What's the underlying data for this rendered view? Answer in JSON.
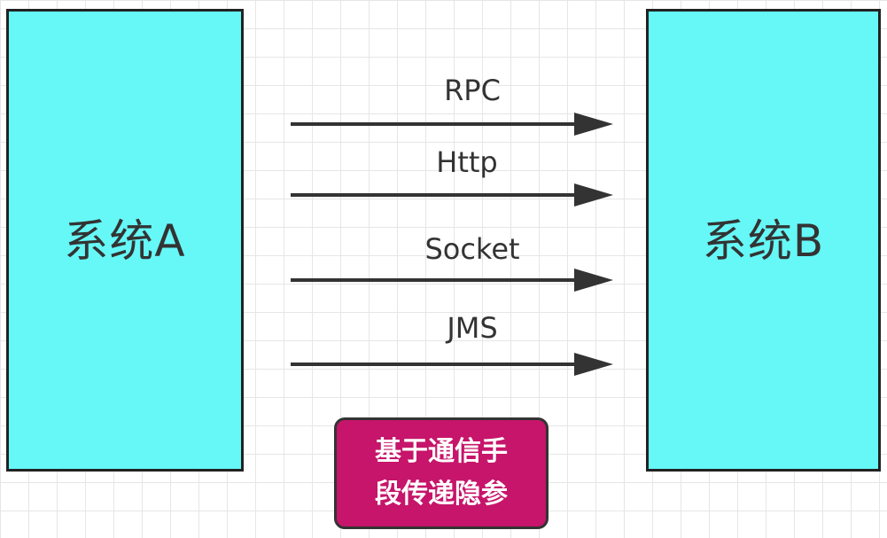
{
  "diagram": {
    "system_a": {
      "label": "系统A"
    },
    "system_b": {
      "label": "系统B"
    },
    "connections": [
      {
        "label": "RPC"
      },
      {
        "label": "Http"
      },
      {
        "label": "Socket"
      },
      {
        "label": "JMS"
      }
    ],
    "note": {
      "text": "基于通信手段传递隐参"
    },
    "colors": {
      "system_fill": "#66f7f7",
      "note_fill": "#c6156a",
      "arrow": "#333333"
    }
  }
}
